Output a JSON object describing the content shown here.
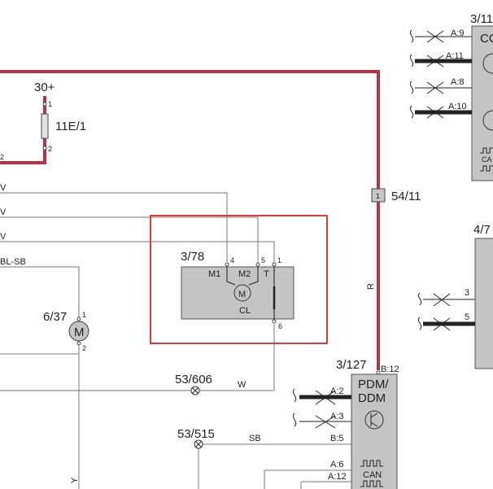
{
  "labels": {
    "supply": "30+",
    "fuse": "11E/1",
    "fuse_pin1": "1",
    "fuse_pin2": "2",
    "left_edge_2": "2",
    "w1": "V",
    "w2": "V",
    "w3": "V",
    "blsb": "BL-SB",
    "conn_54": "54/11",
    "conn_54_pin": "1",
    "wire_r": "R",
    "comp_378": "3/78",
    "pin_4": "4",
    "pin_5": "5",
    "pin_1": "1",
    "pin_6": "6",
    "m1": "M1",
    "m2": "M2",
    "t": "T",
    "cl": "CL",
    "motor_m": "M",
    "motor_637": "6/37",
    "m637_pin1": "1",
    "m637_pin2": "2",
    "splice_53606": "53/606",
    "wire_w": "W",
    "splice_53515": "53/515",
    "wire_sb": "SB",
    "wire_y": "Y",
    "comp_3127": "3/127",
    "b12": "B:12",
    "pdm1": "PDM/",
    "pdm2": "DDM",
    "a2": "A:2",
    "a3": "A:3",
    "b5": "B:5",
    "a6": "A:6",
    "a12": "A:12",
    "can": "CAN",
    "comp_311": "3/11",
    "comp_311_suffix": "CC",
    "a9": "A:9",
    "a11": "A:11",
    "a8": "A:8",
    "a10": "A:10",
    "can2": "CA",
    "comp_47": "4/7",
    "r3": "3",
    "r5": "5"
  }
}
